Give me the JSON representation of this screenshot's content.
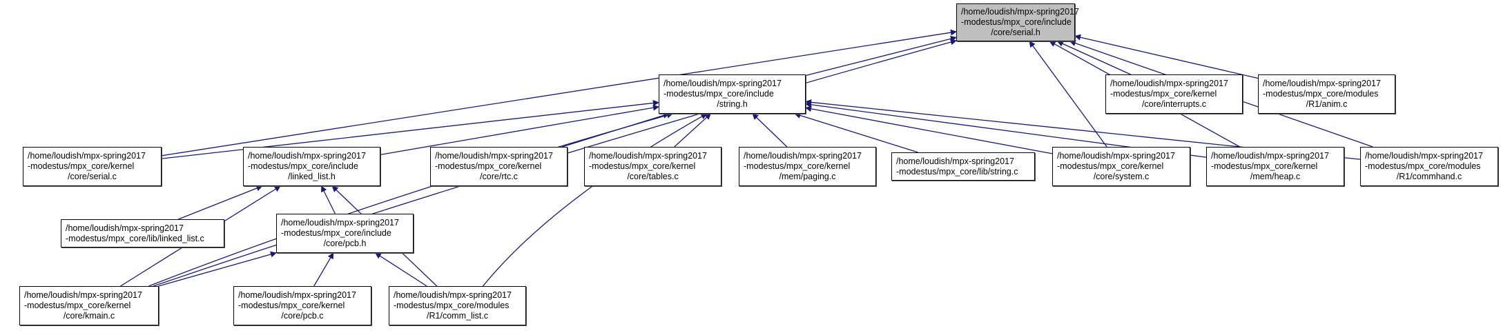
{
  "diagram": {
    "type": "include-dependency-graph",
    "edge_color": "#191970",
    "focus_fill": "#bfbfbf",
    "nodes": [
      {
        "id": "serial_h",
        "lines": [
          "/home/loudish/mpx-spring2017",
          "-modestus/mpx_core/include",
          "/core/serial.h"
        ],
        "focus": true
      },
      {
        "id": "string_h",
        "lines": [
          "/home/loudish/mpx-spring2017",
          "-modestus/mpx_core/include",
          "/string.h"
        ]
      },
      {
        "id": "interrupts_c",
        "lines": [
          "/home/loudish/mpx-spring2017",
          "-modestus/mpx_core/kernel",
          "/core/interrupts.c"
        ]
      },
      {
        "id": "anim_c",
        "lines": [
          "/home/loudish/mpx-spring2017",
          "-modestus/mpx_core/modules",
          "/R1/anim.c"
        ]
      },
      {
        "id": "serial_c",
        "lines": [
          "/home/loudish/mpx-spring2017",
          "-modestus/mpx_core/kernel",
          "/core/serial.c"
        ]
      },
      {
        "id": "linked_list_h",
        "lines": [
          "/home/loudish/mpx-spring2017",
          "-modestus/mpx_core/include",
          "/linked_list.h"
        ]
      },
      {
        "id": "rtc_c",
        "lines": [
          "/home/loudish/mpx-spring2017",
          "-modestus/mpx_core/kernel",
          "/core/rtc.c"
        ]
      },
      {
        "id": "tables_c",
        "lines": [
          "/home/loudish/mpx-spring2017",
          "-modestus/mpx_core/kernel",
          "/core/tables.c"
        ]
      },
      {
        "id": "paging_c",
        "lines": [
          "/home/loudish/mpx-spring2017",
          "-modestus/mpx_core/kernel",
          "/mem/paging.c"
        ]
      },
      {
        "id": "string_c",
        "lines": [
          "/home/loudish/mpx-spring2017",
          "-modestus/mpx_core/lib/string.c"
        ]
      },
      {
        "id": "system_c",
        "lines": [
          "/home/loudish/mpx-spring2017",
          "-modestus/mpx_core/kernel",
          "/core/system.c"
        ]
      },
      {
        "id": "heap_c",
        "lines": [
          "/home/loudish/mpx-spring2017",
          "-modestus/mpx_core/kernel",
          "/mem/heap.c"
        ]
      },
      {
        "id": "commhand_c",
        "lines": [
          "/home/loudish/mpx-spring2017",
          "-modestus/mpx_core/modules",
          "/R1/commhand.c"
        ]
      },
      {
        "id": "linked_list_c",
        "lines": [
          "/home/loudish/mpx-spring2017",
          "-modestus/mpx_core/lib/linked_list.c"
        ]
      },
      {
        "id": "pcb_h",
        "lines": [
          "/home/loudish/mpx-spring2017",
          "-modestus/mpx_core/include",
          "/core/pcb.h"
        ]
      },
      {
        "id": "kmain_c",
        "lines": [
          "/home/loudish/mpx-spring2017",
          "-modestus/mpx_core/kernel",
          "/core/kmain.c"
        ]
      },
      {
        "id": "pcb_c",
        "lines": [
          "/home/loudish/mpx-spring2017",
          "-modestus/mpx_core/kernel",
          "/core/pcb.c"
        ]
      },
      {
        "id": "comm_list_c",
        "lines": [
          "/home/loudish/mpx-spring2017",
          "-modestus/mpx_core/modules",
          "/R1/comm_list.c"
        ]
      }
    ],
    "edges": [
      {
        "from": "string_h",
        "to": "serial_h"
      },
      {
        "from": "serial_c",
        "to": "serial_h"
      },
      {
        "from": "kmain_c",
        "to": "serial_h"
      },
      {
        "from": "interrupts_c",
        "to": "serial_h"
      },
      {
        "from": "anim_c",
        "to": "serial_h"
      },
      {
        "from": "system_c",
        "to": "serial_h"
      },
      {
        "from": "heap_c",
        "to": "serial_h"
      },
      {
        "from": "commhand_c",
        "to": "serial_h"
      },
      {
        "from": "serial_c",
        "to": "string_h"
      },
      {
        "from": "linked_list_h",
        "to": "string_h"
      },
      {
        "from": "rtc_c",
        "to": "string_h"
      },
      {
        "from": "tables_c",
        "to": "string_h"
      },
      {
        "from": "paging_c",
        "to": "string_h"
      },
      {
        "from": "string_c",
        "to": "string_h"
      },
      {
        "from": "system_c",
        "to": "string_h"
      },
      {
        "from": "heap_c",
        "to": "string_h"
      },
      {
        "from": "commhand_c",
        "to": "string_h"
      },
      {
        "from": "kmain_c",
        "to": "string_h"
      },
      {
        "from": "comm_list_c",
        "to": "string_h"
      },
      {
        "from": "linked_list_c",
        "to": "linked_list_h"
      },
      {
        "from": "pcb_h",
        "to": "linked_list_h"
      },
      {
        "from": "kmain_c",
        "to": "linked_list_h"
      },
      {
        "from": "comm_list_c",
        "to": "linked_list_h"
      },
      {
        "from": "kmain_c",
        "to": "pcb_h"
      },
      {
        "from": "pcb_c",
        "to": "pcb_h"
      },
      {
        "from": "comm_list_c",
        "to": "pcb_h"
      }
    ]
  }
}
